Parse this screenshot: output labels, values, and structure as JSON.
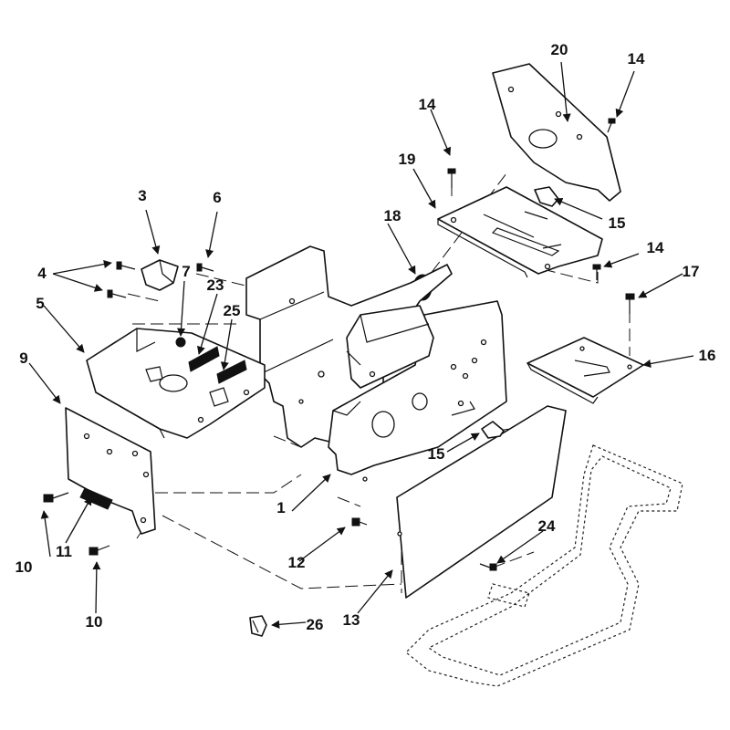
{
  "callouts": {
    "c1": "1",
    "c3": "3",
    "c4": "4",
    "c5": "5",
    "c6": "6",
    "c7": "7",
    "c9": "9",
    "c10a": "10",
    "c10b": "10",
    "c11": "11",
    "c12": "12",
    "c13": "13",
    "c14a": "14",
    "c14b": "14",
    "c14c": "14",
    "c15a": "15",
    "c15b": "15",
    "c16": "16",
    "c17": "17",
    "c18": "18",
    "c19": "19",
    "c20": "20",
    "c23": "23",
    "c24": "24",
    "c25": "25",
    "c26": "26"
  },
  "colors": {
    "line": "#111111",
    "background": "#ffffff"
  }
}
